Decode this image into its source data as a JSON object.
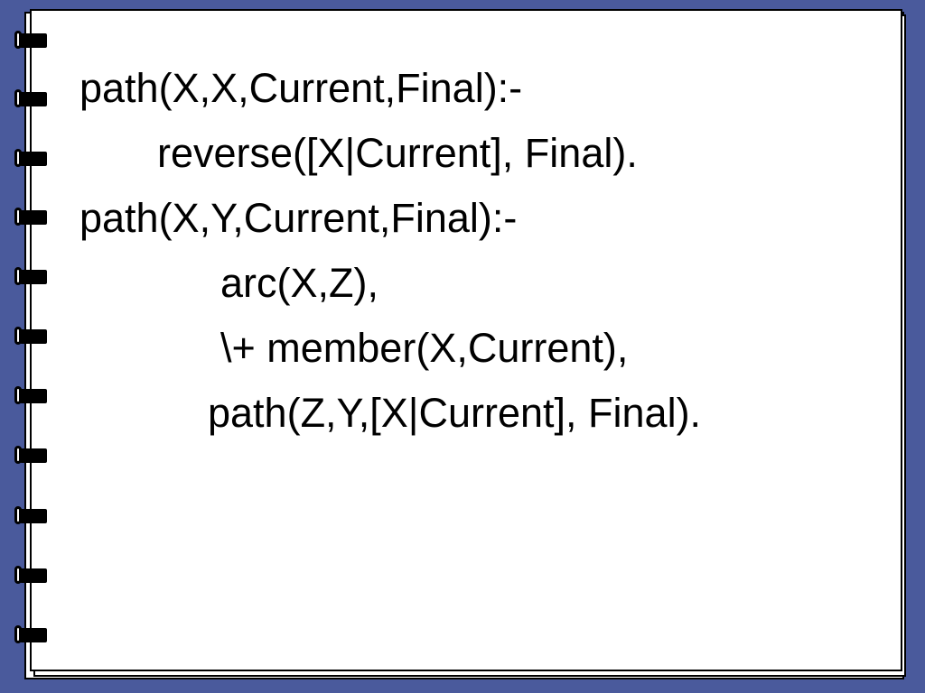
{
  "slide": {
    "lines": [
      "path(X,X,Current,Final):-",
      "reverse([X|Current], Final).",
      "path(X,Y,Current,Final):-",
      "arc(X,Z),",
      "\\+ member(X,Current),",
      "path(Z,Y,[X|Current], Final)."
    ]
  },
  "colors": {
    "background": "#4a5a9c",
    "panel": "#ffffff",
    "text": "#000000"
  },
  "decorations": {
    "binder_ring_icon": "notebook-ring-icon",
    "ring_count": 11
  }
}
